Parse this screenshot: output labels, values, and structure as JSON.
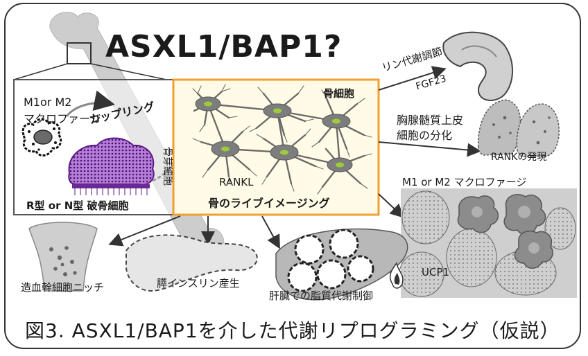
{
  "title": "ASXL1/BAP1?",
  "caption": "図3. ASXL1/BAP1を介した代謝リプログラミング（仮説）",
  "left_panel": {
    "macrophage": [
      "M1or M2",
      "マクロファージ"
    ],
    "coupling": "カップリング",
    "osteoclast": "R型 or N型 破骨細胞"
  },
  "center_panel": {
    "osteocyte": "骨細胞",
    "osteoblast": "骨芽細胞",
    "rankl": "RANKL",
    "imaging": "骨のライブイメージング"
  },
  "right": {
    "phosphate": "リン代謝調節",
    "fgf23": "FGF23",
    "thymus_line1": "胸腺髄質上皮",
    "thymus_line2": "細胞の分化",
    "rank_expr": "RANKの発現",
    "macrophage_right": "M1 or M2 マクロファージ",
    "ucp1": "UCP1"
  },
  "bottom": {
    "niche": "造血幹細胞ニッチ",
    "pancreas": "膵インスリン産生",
    "liver": "肝臓での脂質代謝制御"
  },
  "colors": {
    "orange_border": "#f0a030",
    "center_fill": "#fffbe6",
    "purple": "#7a2aa8",
    "cell_green": "#9ccc3a",
    "gray_fill": "#8c8c8c"
  }
}
